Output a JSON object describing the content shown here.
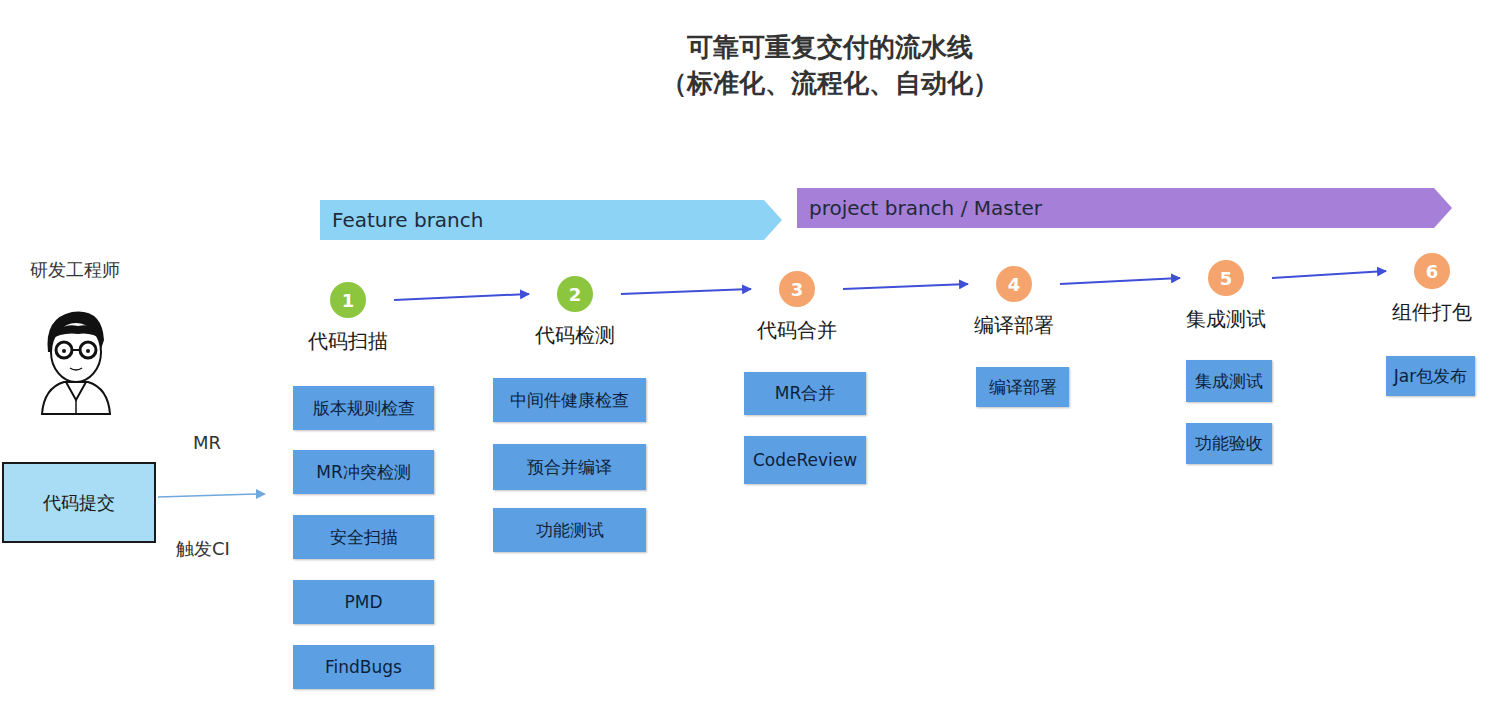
{
  "diagram": {
    "title": "可靠可重复交付的流水线",
    "nodes": [
      {
        "text": [
          "Feature branch"
        ]
      },
      {
        "text": [
          "project branch / Master"
        ]
      },
      {
        "text": [
          "代码提交"
        ]
      },
      {
        "text": [
          "1",
          "代码扫描"
        ]
      },
      {
        "text": [
          "版本规则检查"
        ]
      },
      {
        "text": [
          "MR冲突检测"
        ]
      },
      {
        "text": [
          "安全扫描"
        ]
      },
      {
        "text": [
          "PMD"
        ]
      },
      {
        "text": [
          "FindBugs"
        ]
      },
      {
        "text": [
          "2",
          "代码检测"
        ]
      },
      {
        "text": [
          "中间件健康检查"
        ]
      },
      {
        "text": [
          "预合并编译"
        ]
      },
      {
        "text": [
          "功能测试"
        ]
      },
      {
        "text": [
          "3",
          "代码合并"
        ]
      },
      {
        "text": [
          "MR合并"
        ]
      },
      {
        "text": [
          "CodeReview"
        ]
      },
      {
        "text": [
          "4",
          "编译部署"
        ]
      },
      {
        "text": [
          "编译部署"
        ]
      },
      {
        "text": [
          "5",
          "集成测试"
        ]
      },
      {
        "text": [
          "集成测试"
        ]
      },
      {
        "text": [
          "功能验收"
        ]
      },
      {
        "text": [
          "6",
          "组件打包"
        ]
      },
      {
        "text": [
          "Jar包发布"
        ]
      }
    ],
    "edges": [
      {
        "from": 3,
        "to": 9,
        "arrow": "to"
      },
      {
        "from": 9,
        "to": 13,
        "arrow": "to"
      },
      {
        "from": 13,
        "to": 16,
        "arrow": "to"
      },
      {
        "from": 16,
        "to": 18,
        "arrow": "to"
      },
      {
        "from": 18,
        "to": 21,
        "arrow": "to"
      }
    ],
    "labels": [
      "（标准化、流程化、自动化）",
      "研发工程师",
      "MR",
      "触发CI"
    ]
  }
}
